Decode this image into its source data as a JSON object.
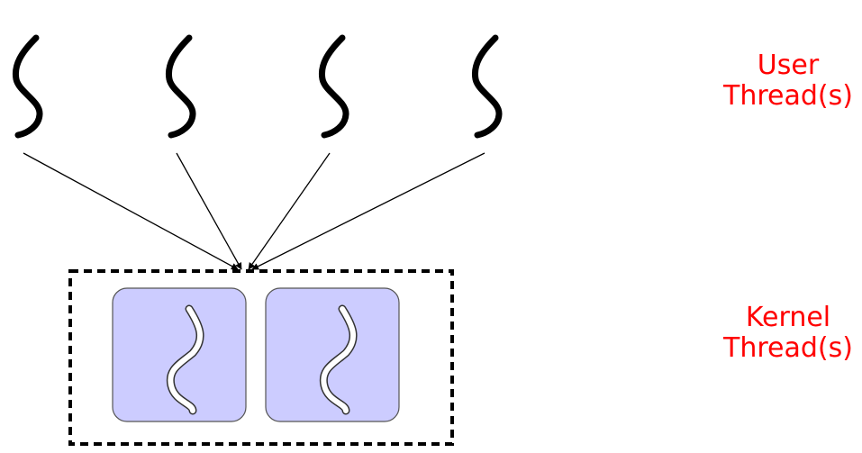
{
  "diagram": {
    "user_threads": {
      "count": 4,
      "icon": "thread-squiggle-icon",
      "color": "#000000"
    },
    "kernel_threads": {
      "count": 2,
      "icon": "thread-squiggle-icon",
      "box_fill": "#ccccff",
      "box_stroke": "#555555",
      "squiggle_fill": "#ffffff"
    },
    "arrow_color": "#000000",
    "container_border": "dashed",
    "labels": {
      "user": {
        "line1": "User",
        "line2": "Thread(s)",
        "color": "#ff0000"
      },
      "kernel": {
        "line1": "Kernel",
        "line2": "Thread(s)",
        "color": "#ff0000"
      }
    }
  }
}
